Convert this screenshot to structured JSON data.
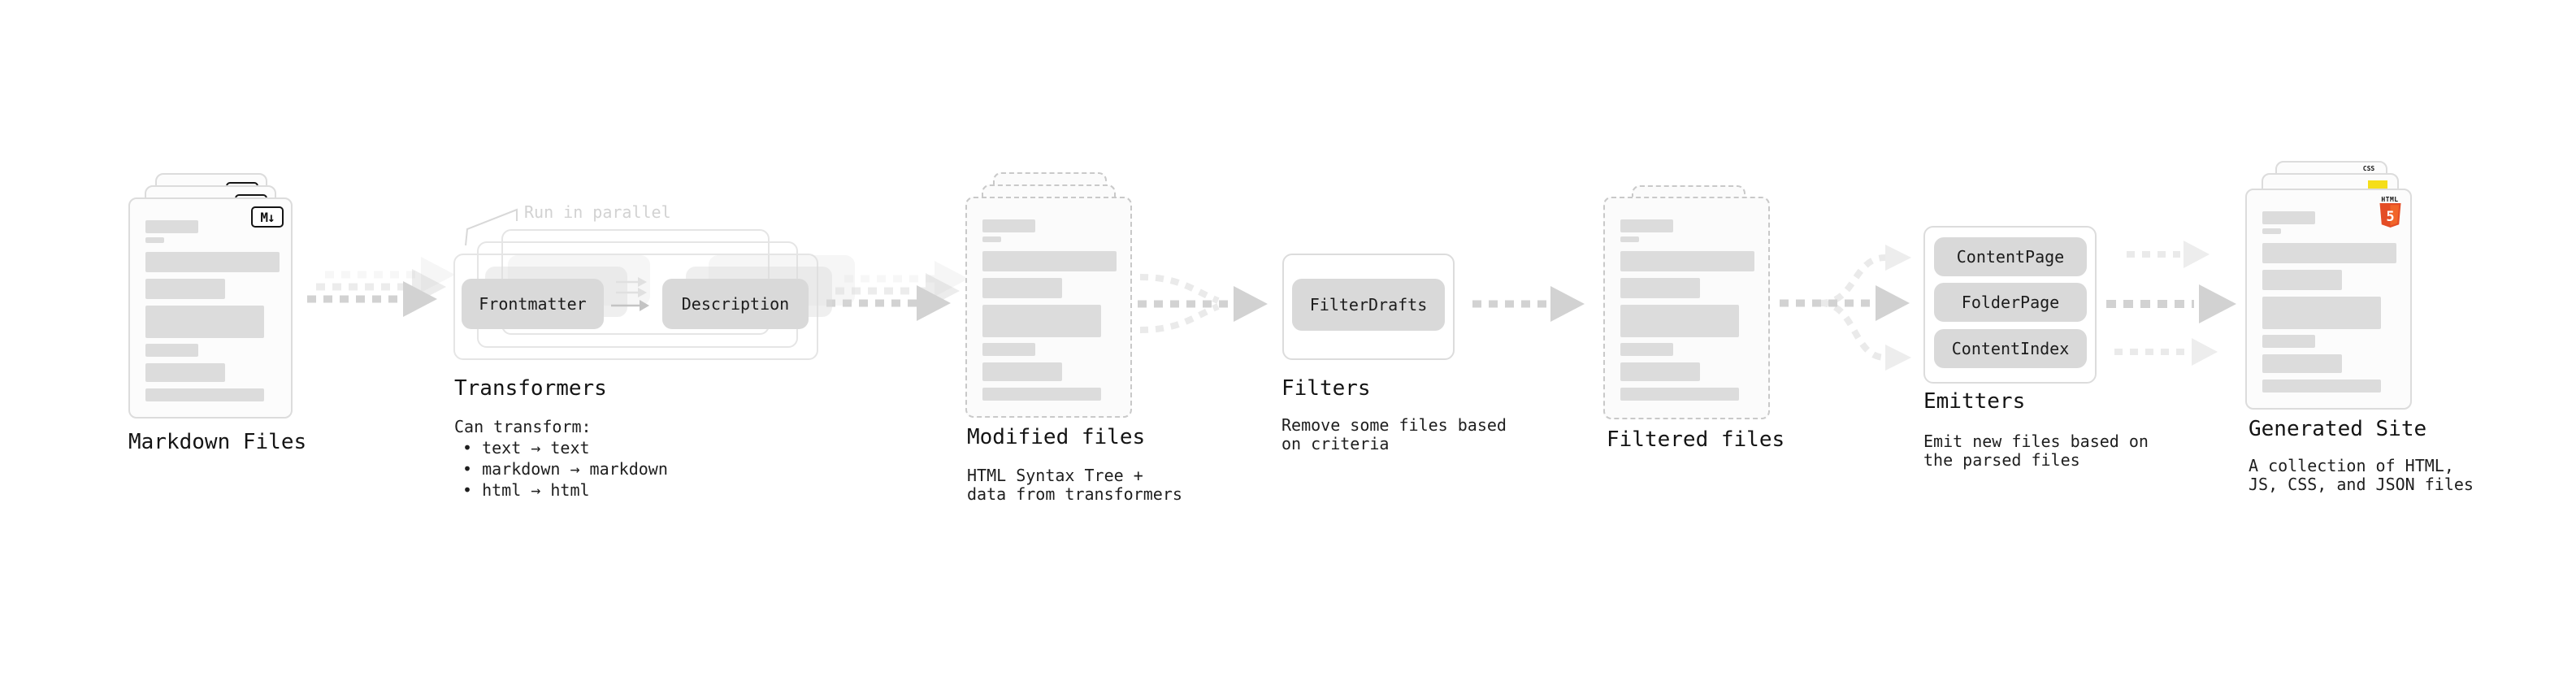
{
  "stages": {
    "markdown": {
      "title": "Markdown Files"
    },
    "transformers": {
      "title": "Transformers",
      "note": "Run in parallel",
      "pill_left": "Frontmatter",
      "pill_right": "Description",
      "line1": "Can transform:",
      "bullet1": "• text → text",
      "bullet2": "• markdown → markdown",
      "bullet3": "• html → html"
    },
    "modified": {
      "title": "Modified files",
      "line1": "HTML Syntax Tree +",
      "line2": "data from transformers"
    },
    "filters": {
      "title": "Filters",
      "pill": "FilterDrafts",
      "line1": "Remove some files based",
      "line2": "on criteria"
    },
    "filtered": {
      "title": "Filtered files"
    },
    "emitters": {
      "title": "Emitters",
      "pill1": "ContentPage",
      "pill2": "FolderPage",
      "pill3": "ContentIndex",
      "line1": "Emit new files based on",
      "line2": "the parsed files"
    },
    "generated": {
      "title": "Generated Site",
      "line1": "A collection of HTML,",
      "line2": "JS, CSS, and JSON files"
    }
  },
  "badges": {
    "markdown": "M↓",
    "html_label": "HTML",
    "html_number": "5",
    "css_label": "CSS"
  },
  "colors": {
    "html5_orange": "#e44d26",
    "html5_orange_light": "#f16529",
    "js_yellow": "#f5de19",
    "css_blue": "#2962ff",
    "arrow_grey": "#d2d2d2",
    "pill_grey": "#d9d9d9",
    "bar_grey": "#dcdcdc"
  }
}
